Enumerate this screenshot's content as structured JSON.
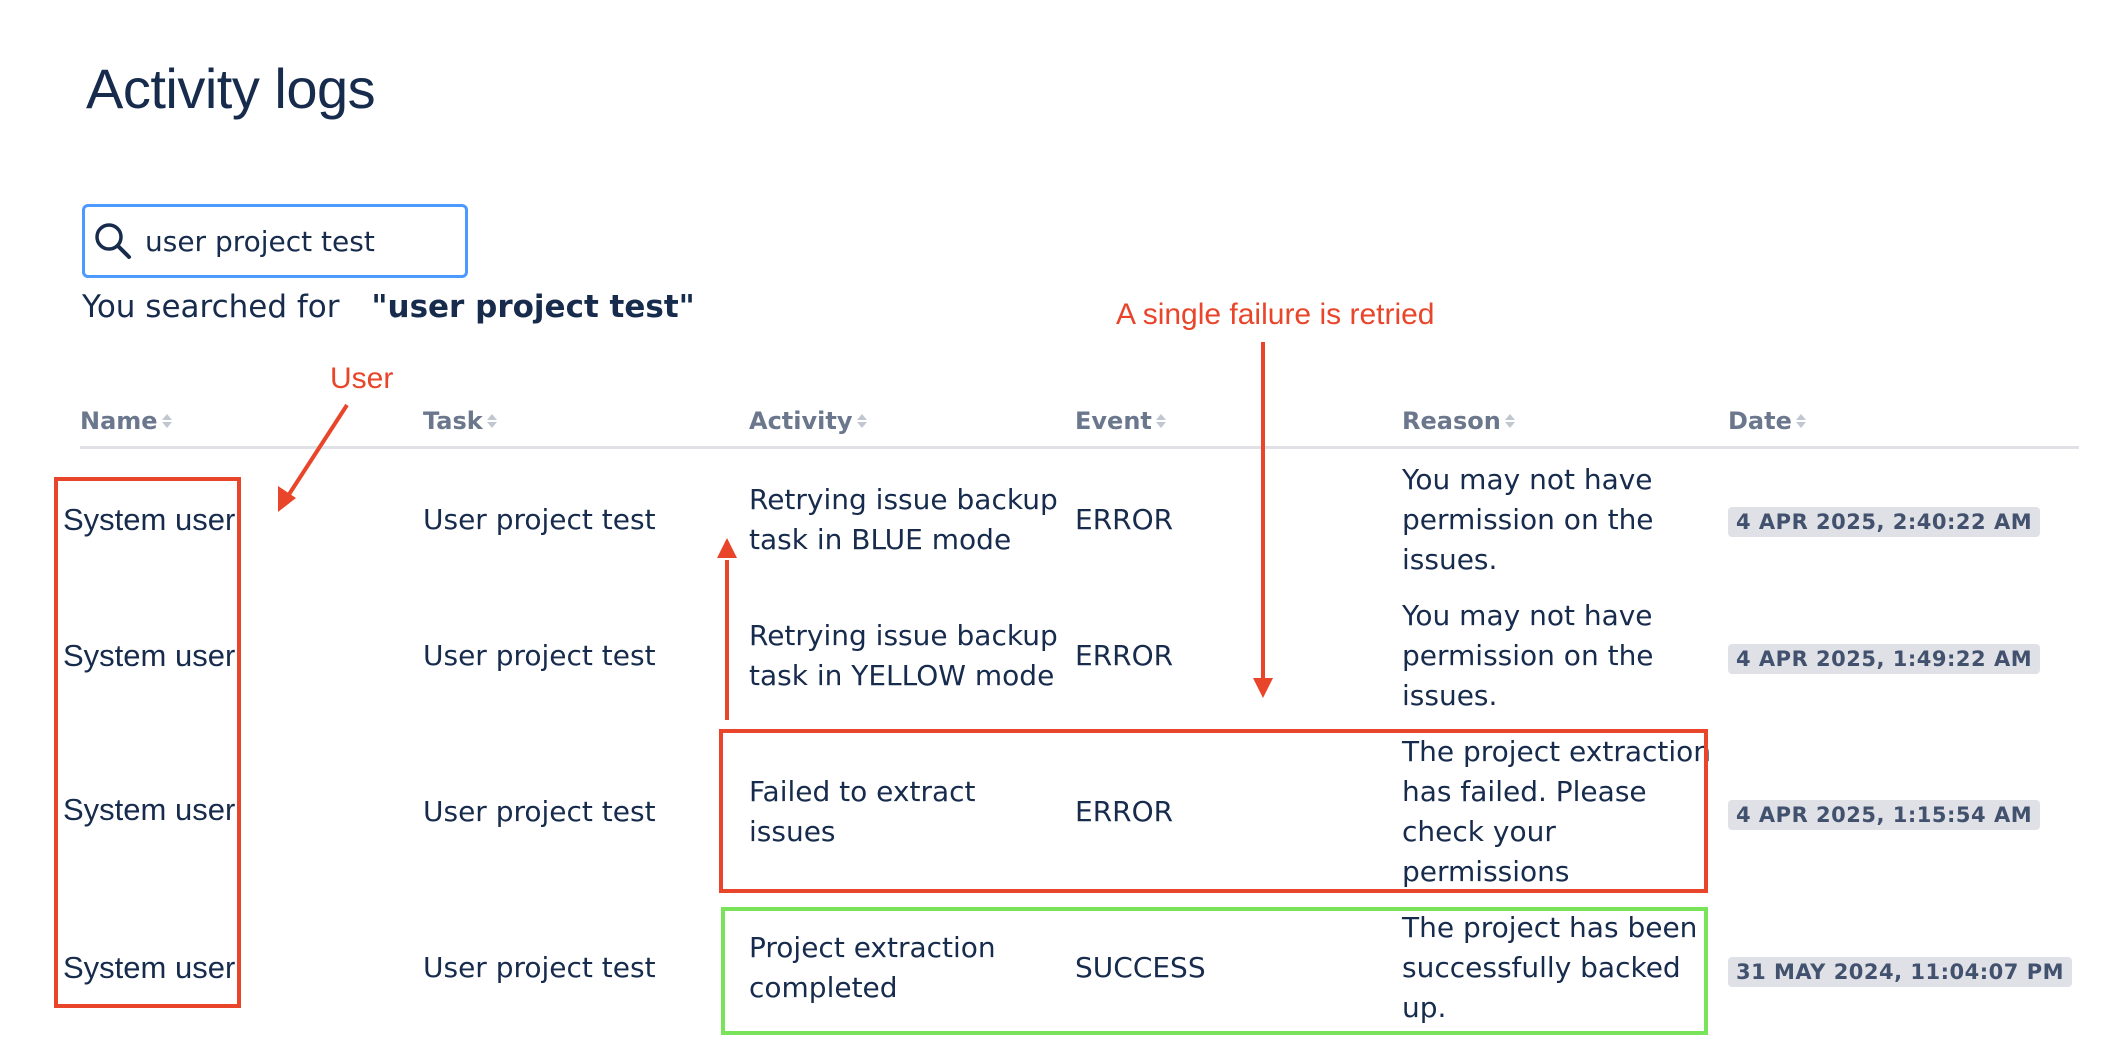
{
  "page": {
    "title": "Activity logs"
  },
  "search": {
    "value": "user project test",
    "summary_prefix": "You searched for",
    "summary_query": "\"user project test\""
  },
  "table": {
    "columns": [
      "Name",
      "Task",
      "Activity",
      "Event",
      "Reason",
      "Date"
    ],
    "rows": [
      {
        "name": "System user",
        "task": "User project test",
        "activity": "Retrying issue backup task in BLUE mode",
        "event": "ERROR",
        "reason": "You may not have permission on the issues.",
        "date": "4 APR 2025, 2:40:22 AM"
      },
      {
        "name": "System user",
        "task": "User project test",
        "activity": "Retrying issue backup task in YELLOW mode",
        "event": "ERROR",
        "reason": "You may not have permission on the issues.",
        "date": "4 APR 2025, 1:49:22 AM"
      },
      {
        "name": "System user",
        "task": "User project test",
        "activity": "Failed to extract issues",
        "event": "ERROR",
        "reason": "The project extraction has failed. Please check your permissions",
        "date": "4 APR 2025, 1:15:54 AM"
      },
      {
        "name": "System user",
        "task": "User project test",
        "activity": "Project extraction completed",
        "event": "SUCCESS",
        "reason": "The project has been successfully backed up.",
        "date": "31 MAY 2024, 11:04:07 PM"
      }
    ]
  },
  "annotations": {
    "user_label": "User",
    "retry_label": "A single failure is retried",
    "accent_color": "#e8452a",
    "success_color": "#79e35a"
  },
  "icons": {
    "search": "search-icon",
    "sort": "sort-icon"
  }
}
